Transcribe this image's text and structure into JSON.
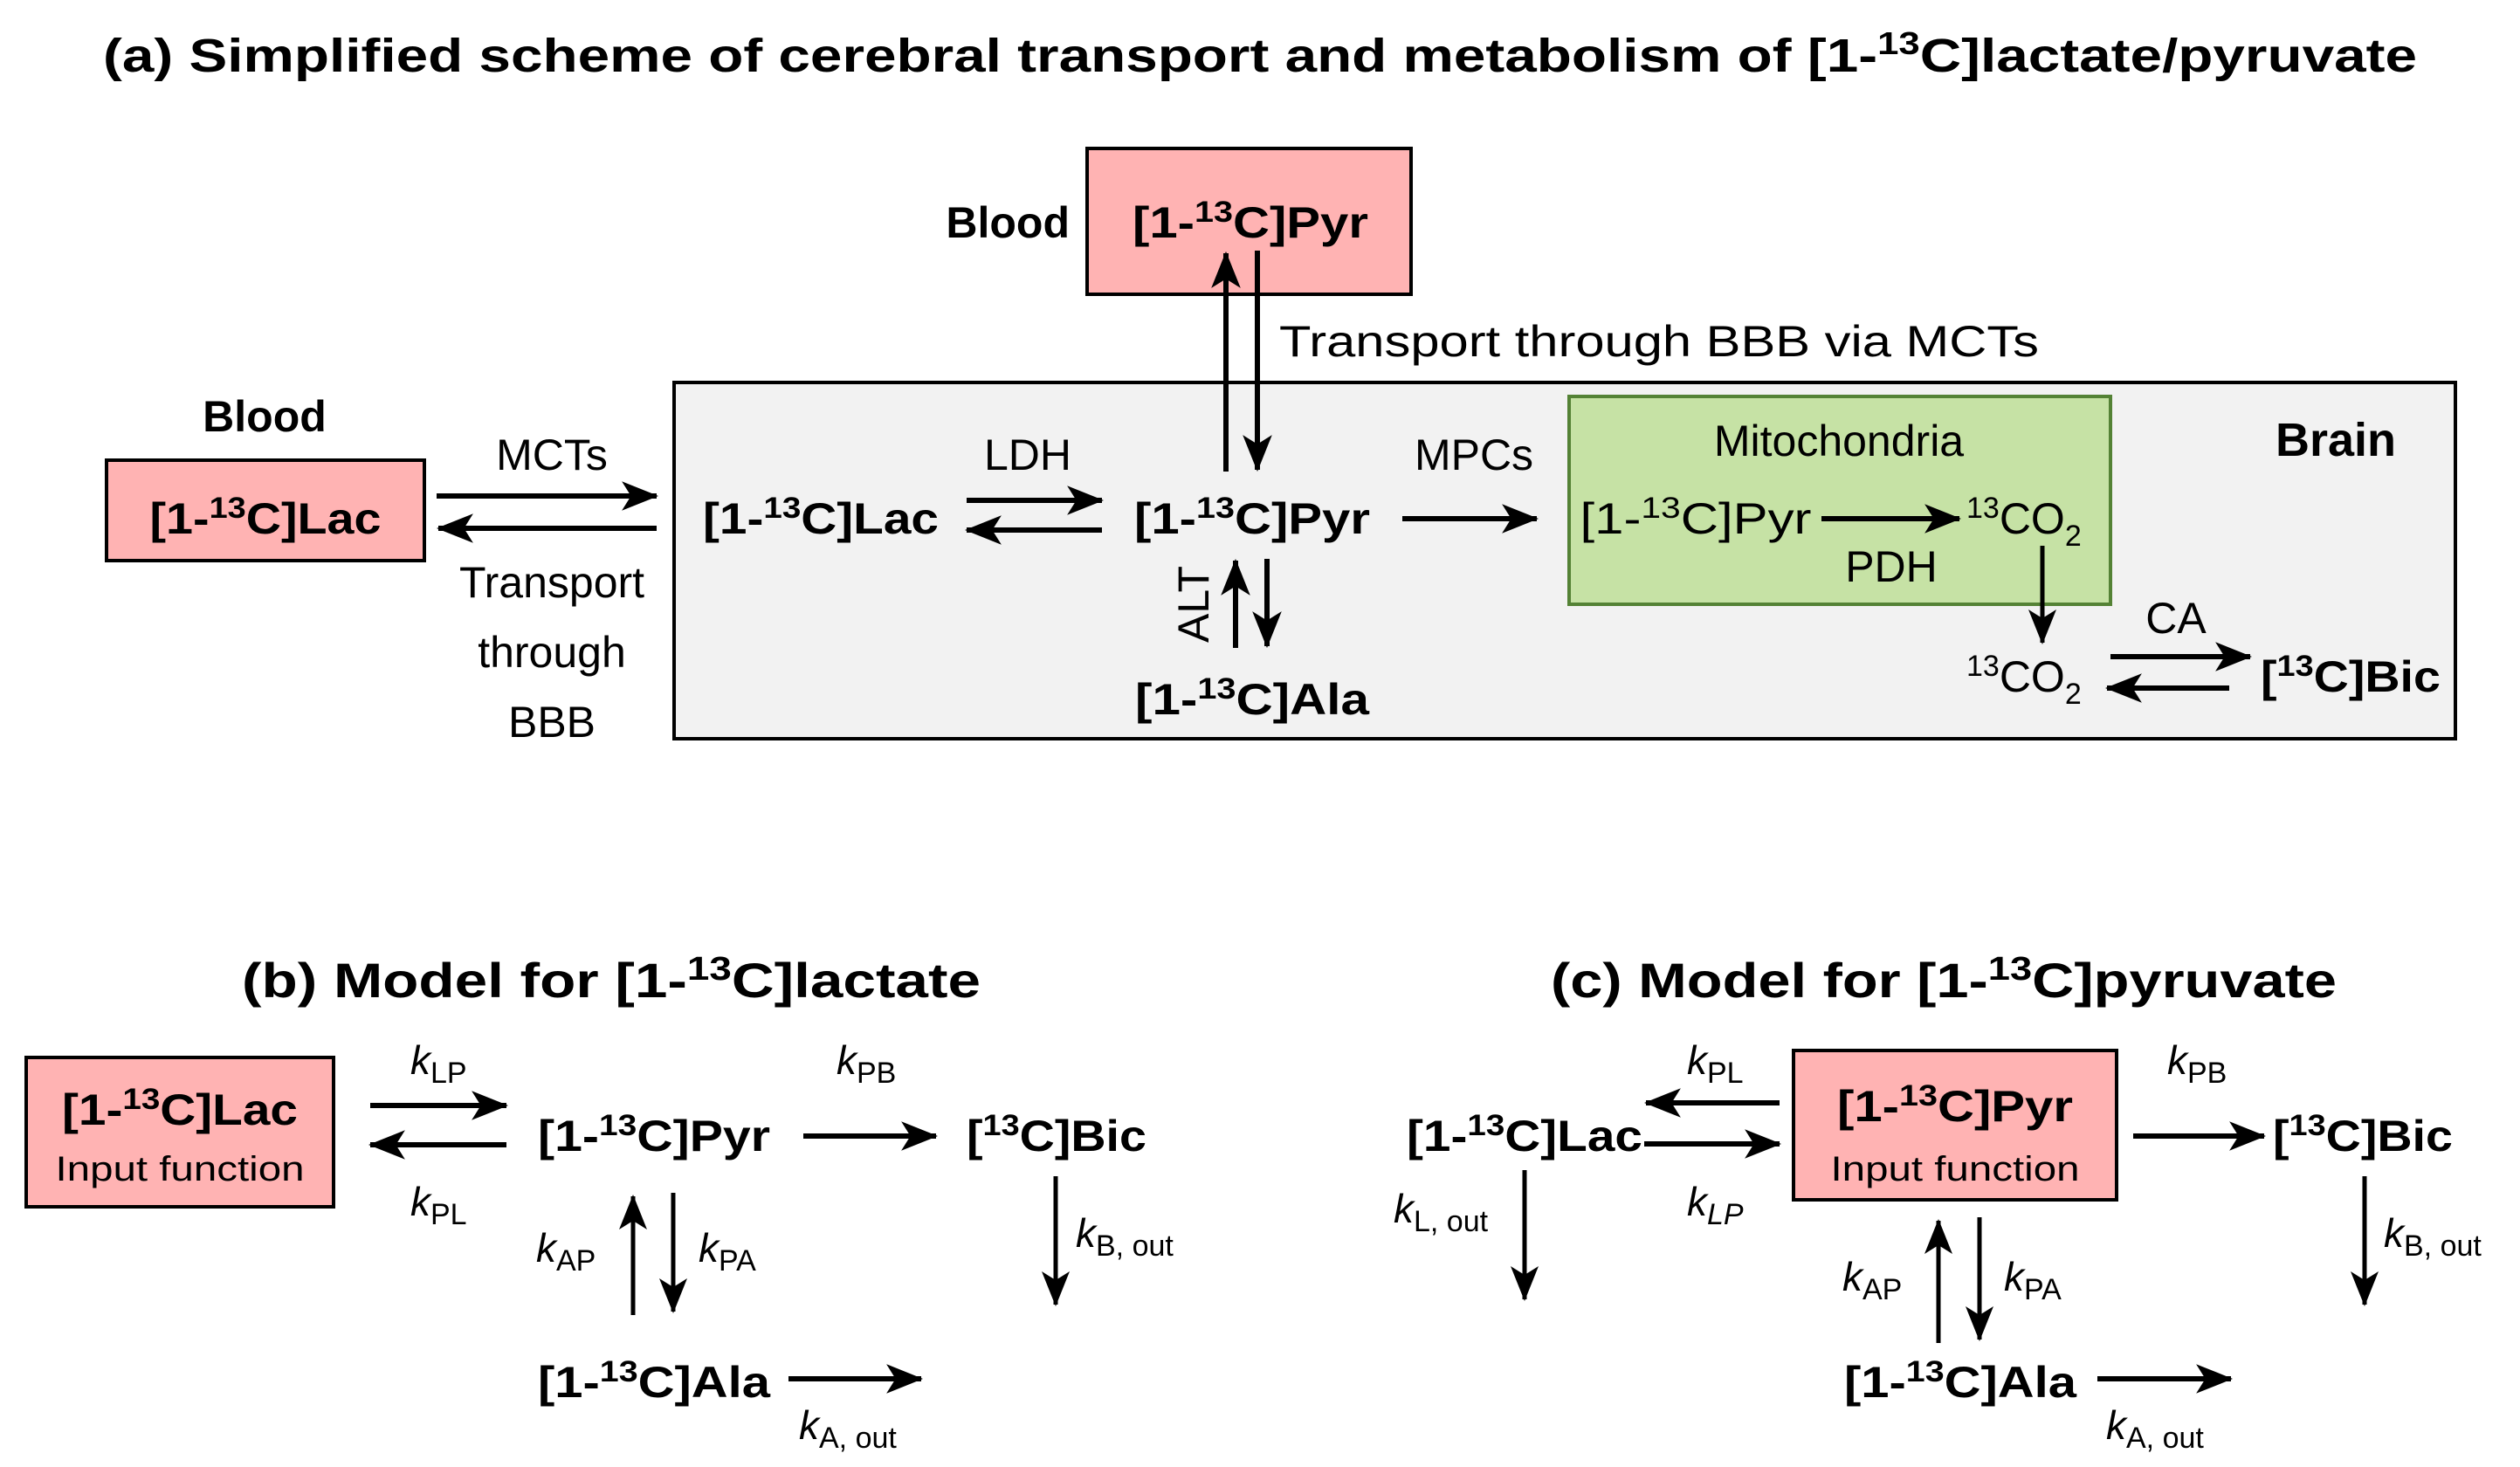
{
  "colors": {
    "blood_box": "#ffb3b3",
    "brain_box": "#f2f2f2",
    "mitochondria_box": "#c6e2a5",
    "mitochondria_border": "#548235",
    "stroke": "#000000"
  },
  "panel_a": {
    "title": {
      "pre": "(a) Simplified scheme of cerebral transport and metabolism of [1-",
      "sup": "13",
      "post": "C]lactate/pyruvate"
    },
    "blood_label_top": "Blood",
    "blood_label_left": "Blood",
    "brain_label": "Brain",
    "mitochondria_label": "Mitochondria",
    "blood_pyr": {
      "pre": "[1-",
      "sup": "13",
      "post": "C]Pyr"
    },
    "blood_lac": {
      "pre": "[1-",
      "sup": "13",
      "post": "C]Lac"
    },
    "brain_lac": {
      "pre": "[1-",
      "sup": "13",
      "post": "C]Lac"
    },
    "brain_pyr": {
      "pre": "[1-",
      "sup": "13",
      "post": "C]Pyr"
    },
    "brain_ala": {
      "pre": "[1-",
      "sup": "13",
      "post": "C]Ala"
    },
    "mito_pyr": {
      "pre": "[1-",
      "sup": "13",
      "post": "C]Pyr"
    },
    "mito_co2": {
      "sup": "13",
      "main": "CO",
      "sub": "2"
    },
    "brain_co2": {
      "sup": "13",
      "main": "CO",
      "sub": "2"
    },
    "brain_bic": {
      "pre": "[",
      "sup": "13",
      "post": "C]Bic"
    },
    "transport_pyr_label": "Transport through BBB via MCTs",
    "mcts_label": "MCTs",
    "transport_lac_lines": [
      "Transport",
      "through",
      "BBB"
    ],
    "ldh_label": "LDH",
    "mpcs_label": "MPCs",
    "alt_label": "ALT",
    "pdh_label": "PDH",
    "ca_label": "CA"
  },
  "panel_b": {
    "title": {
      "pre": "(b) Model for [1-",
      "sup": "13",
      "post": "C]lactate"
    },
    "input_lac": {
      "pre": "[1-",
      "sup": "13",
      "post": "C]Lac"
    },
    "input_caption": "Input function",
    "pyr": {
      "pre": "[1-",
      "sup": "13",
      "post": "C]Pyr"
    },
    "bic": {
      "pre": "[",
      "sup": "13",
      "post": "C]Bic"
    },
    "ala": {
      "pre": "[1-",
      "sup": "13",
      "post": "C]Ala"
    },
    "rates": {
      "k_LP": {
        "k": "k",
        "sub": "LP"
      },
      "k_PL": {
        "k": "k",
        "sub": "PL"
      },
      "k_PB": {
        "k": "k",
        "sub": "PB"
      },
      "k_B_out": {
        "k": "k",
        "sub": "B, out"
      },
      "k_AP": {
        "k": "k",
        "sub": "AP"
      },
      "k_PA": {
        "k": "k",
        "sub": "PA"
      },
      "k_A_out": {
        "k": "k",
        "sub": "A, out"
      }
    }
  },
  "panel_c": {
    "title": {
      "pre": "(c) Model for [1-",
      "sup": "13",
      "post": "C]pyruvate"
    },
    "lac": {
      "pre": "[1-",
      "sup": "13",
      "post": "C]Lac"
    },
    "input_pyr": {
      "pre": "[1-",
      "sup": "13",
      "post": "C]Pyr"
    },
    "input_caption": "Input function",
    "bic": {
      "pre": "[",
      "sup": "13",
      "post": "C]Bic"
    },
    "ala": {
      "pre": "[1-",
      "sup": "13",
      "post": "C]Ala"
    },
    "rates": {
      "k_PL": {
        "k": "k",
        "sub": "PL"
      },
      "k_LP": {
        "k": "k",
        "sub": "LP"
      },
      "k_L_out": {
        "k": "k",
        "sub": "L, out"
      },
      "k_PB": {
        "k": "k",
        "sub": "PB"
      },
      "k_B_out": {
        "k": "k",
        "sub": "B, out"
      },
      "k_AP": {
        "k": "k",
        "sub": "AP"
      },
      "k_PA": {
        "k": "k",
        "sub": "PA"
      },
      "k_A_out": {
        "k": "k",
        "sub": "A, out"
      }
    }
  }
}
